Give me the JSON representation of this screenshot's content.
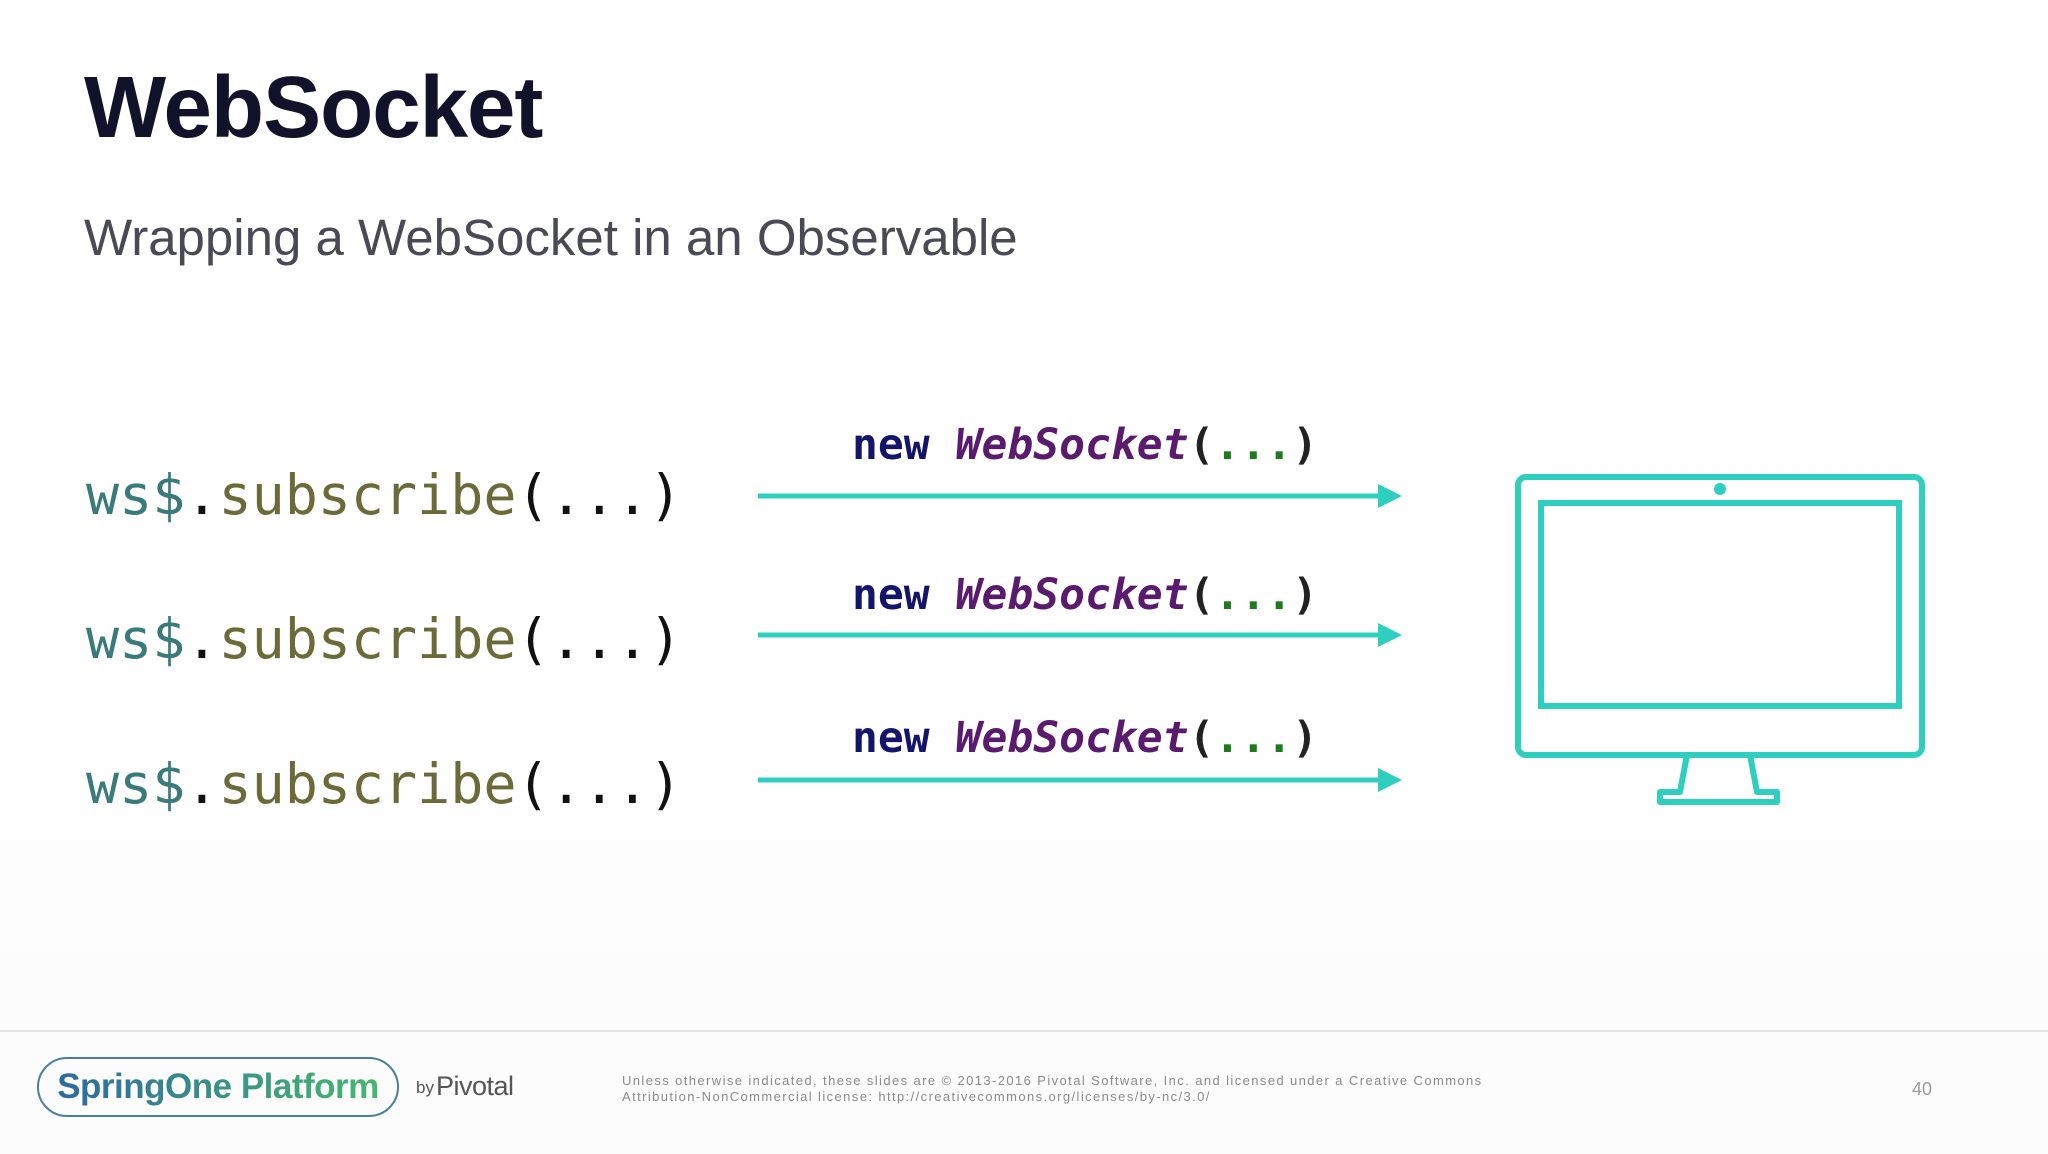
{
  "slide": {
    "title": "WebSocket",
    "subtitle": "Wrapping a WebSocket in an Observable"
  },
  "calls": [
    {
      "object": "ws$",
      "dot": ".",
      "method": "subscribe",
      "args": "(...)"
    },
    {
      "object": "ws$",
      "dot": ".",
      "method": "subscribe",
      "args": "(...)"
    },
    {
      "object": "ws$",
      "dot": ".",
      "method": "subscribe",
      "args": "(...)"
    }
  ],
  "constructors": [
    {
      "keyword": "new",
      "class_name": "WebSocket",
      "open": "(",
      "dots": "...",
      "close": ")"
    },
    {
      "keyword": "new",
      "class_name": "WebSocket",
      "open": "(",
      "dots": "...",
      "close": ")"
    },
    {
      "keyword": "new",
      "class_name": "WebSocket",
      "open": "(",
      "dots": "...",
      "close": ")"
    }
  ],
  "icons": {
    "arrow": "arrow-right-icon",
    "monitor": "monitor-icon"
  },
  "colors": {
    "accent": "#2ecfbf",
    "title": "#12132a"
  },
  "footer": {
    "brand": "SpringOne Platform",
    "by": "by",
    "company": "Pivotal",
    "legal_line1": "Unless otherwise indicated, these slides are © 2013-2016 Pivotal Software, Inc. and licensed under a Creative Commons",
    "legal_line2": "Attribution-NonCommercial license: http://creativecommons.org/licenses/by-nc/3.0/",
    "page_number": "40"
  }
}
